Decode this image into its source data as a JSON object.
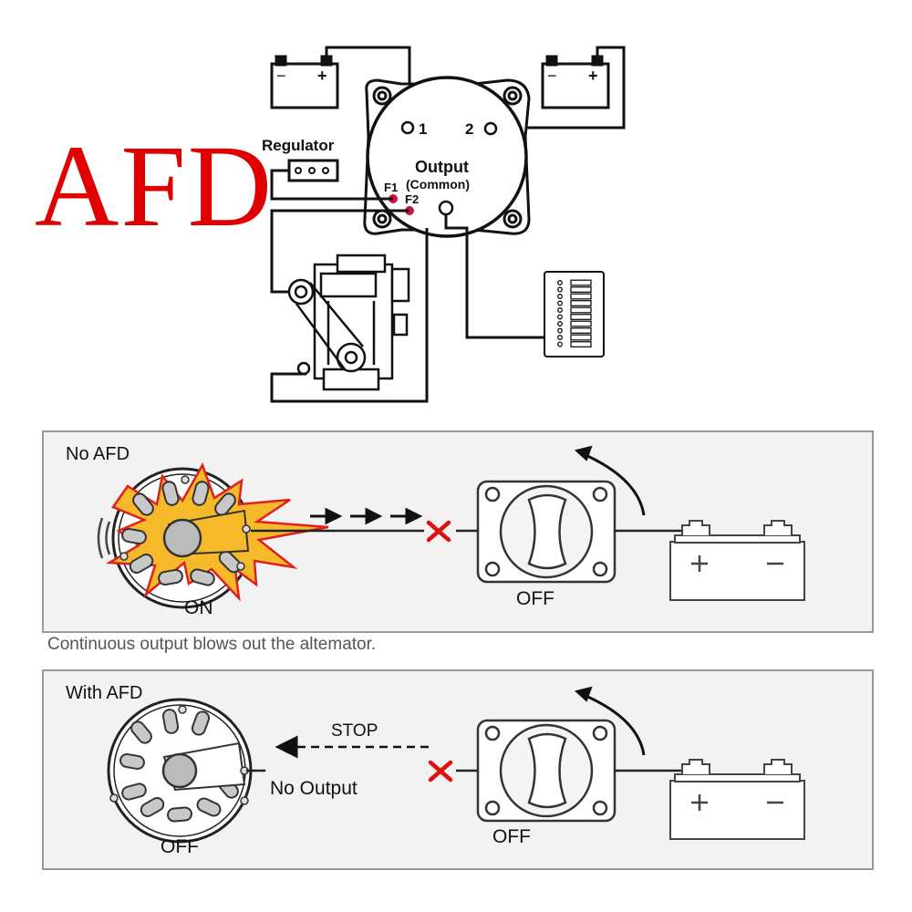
{
  "title": "AFD",
  "wiring": {
    "regulator_label": "Regulator",
    "terminal_1": "1",
    "terminal_2": "2",
    "output_label": "Output",
    "common_label": "(Common)",
    "f1_label": "F1",
    "f2_label": "F2",
    "battery_minus": "−",
    "battery_plus": "+"
  },
  "panel_no_afd": {
    "heading": "No AFD",
    "alternator_state": "ON",
    "switch_state": "OFF",
    "caption": "Continuous output blows out the altemator."
  },
  "panel_with_afd": {
    "heading": "With AFD",
    "stop_label": "STOP",
    "output_label": "No Output",
    "alternator_state": "OFF",
    "switch_state": "OFF"
  },
  "colors": {
    "title": "#e00000",
    "x_mark": "#e01010",
    "explosion_fill": "#f5b92a",
    "explosion_outline": "#e02020",
    "panel_bg": "#f2f2f2",
    "terminal_dot": "#d01040"
  }
}
